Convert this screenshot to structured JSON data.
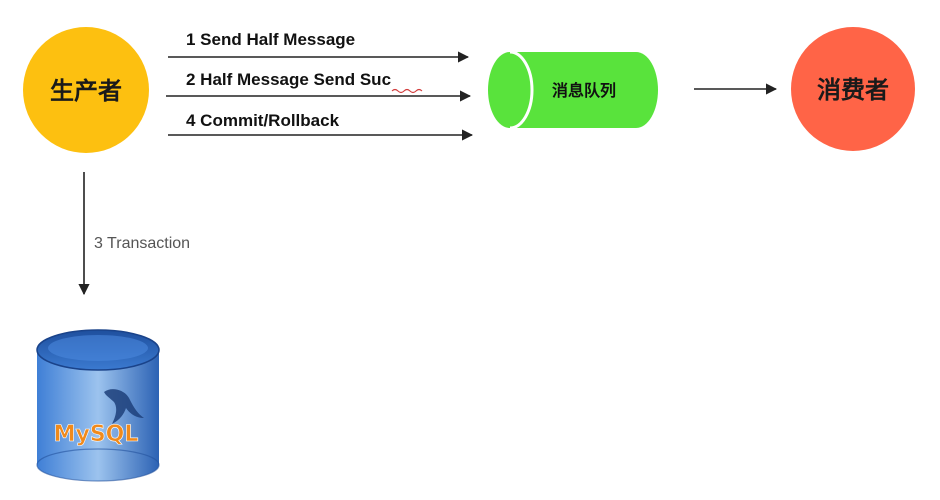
{
  "nodes": {
    "producer": {
      "label": "生产者",
      "color": "#FDC010",
      "text_color": "#1a1a1a"
    },
    "queue": {
      "label": "消息队列",
      "color": "#59E33C",
      "text_color": "#111111"
    },
    "consumer": {
      "label": "消费者",
      "color": "#FF6447",
      "text_color": "#1a1a1a"
    },
    "database": {
      "label": "MySQL",
      "color": "#2E6FC7",
      "text_color": "#F08A1C"
    }
  },
  "edges": {
    "send_half": {
      "label": "1 Send Half  Message"
    },
    "half_suc": {
      "label": "2 Half  Message Send Suc"
    },
    "commit": {
      "label": "4 Commit/Rollback"
    },
    "transaction": {
      "label": "3 Transaction"
    }
  },
  "colors": {
    "arrow": "#222222",
    "edge_text": "#111111",
    "transaction_text": "#555555"
  }
}
